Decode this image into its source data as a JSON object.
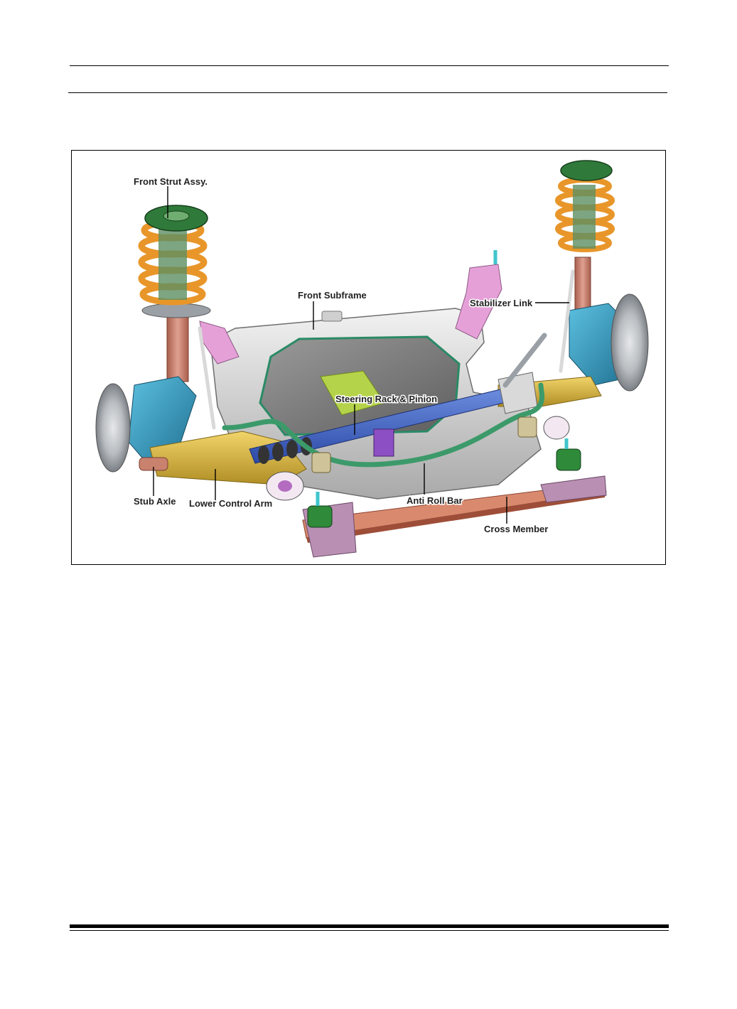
{
  "figure": {
    "labels": {
      "front_strut": "Front Strut Assy.",
      "front_subframe": "Front Subframe",
      "stabilizer_link": "Stabilizer Link",
      "steering_rack": "Steering Rack & Pinion",
      "stub_axle": "Stub Axle",
      "lower_control_arm": "Lower Control Arm",
      "anti_roll_bar": "Anti Roll Bar",
      "cross_member": "Cross Member"
    },
    "colors": {
      "spring": "#e8962a",
      "strut_tube": "#c9826e",
      "strut_top": "#2f7a3a",
      "knuckle": "#2c8fb5",
      "subframe": "#d9d9d9",
      "subframe_pink": "#e6a0d8",
      "floor": "#7d7d7d",
      "rack_blue": "#3b5fc4",
      "anti_roll_bar": "#3c9a6a",
      "control_arm": "#d8b43a",
      "cross_member": "#c7674a",
      "mount_green": "#2f8a3a",
      "rotor": "#b8bcc0"
    }
  }
}
